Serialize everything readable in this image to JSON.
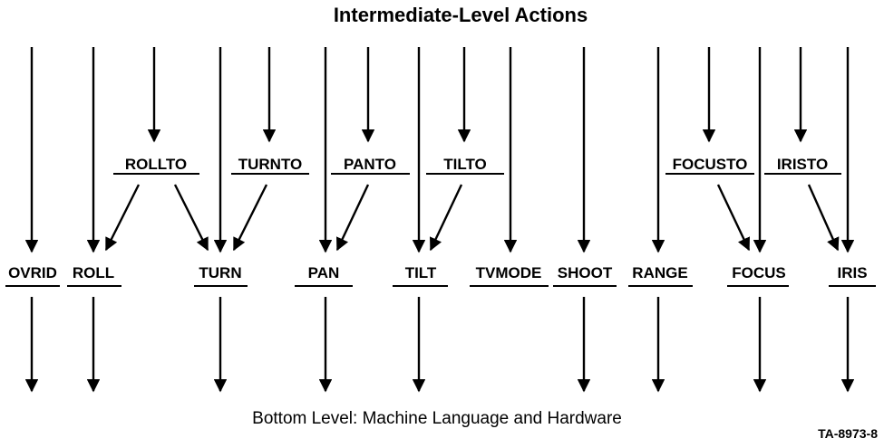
{
  "title": "Intermediate-Level Actions",
  "footer": "Bottom Level: Machine Language and Hardware",
  "figure_id": "TA-8973-8",
  "intermediate_actions": [
    "ROLLTO",
    "TURNTO",
    "PANTO",
    "TILTO",
    "FOCUSTO",
    "IRISTO"
  ],
  "primitive_actions": [
    "OVRID",
    "ROLL",
    "TURN",
    "PAN",
    "TILT",
    "TVMODE",
    "SHOOT",
    "RANGE",
    "FOCUS",
    "IRIS"
  ],
  "connections": [
    {
      "from": "ROLLTO",
      "to": "ROLL"
    },
    {
      "from": "ROLLTO",
      "to": "TURN"
    },
    {
      "from": "TURNTO",
      "to": "TURN"
    },
    {
      "from": "PANTO",
      "to": "PAN"
    },
    {
      "from": "TILTO",
      "to": "TILT"
    },
    {
      "from": "FOCUSTO",
      "to": "FOCUS"
    },
    {
      "from": "IRISTO",
      "to": "IRIS"
    }
  ]
}
